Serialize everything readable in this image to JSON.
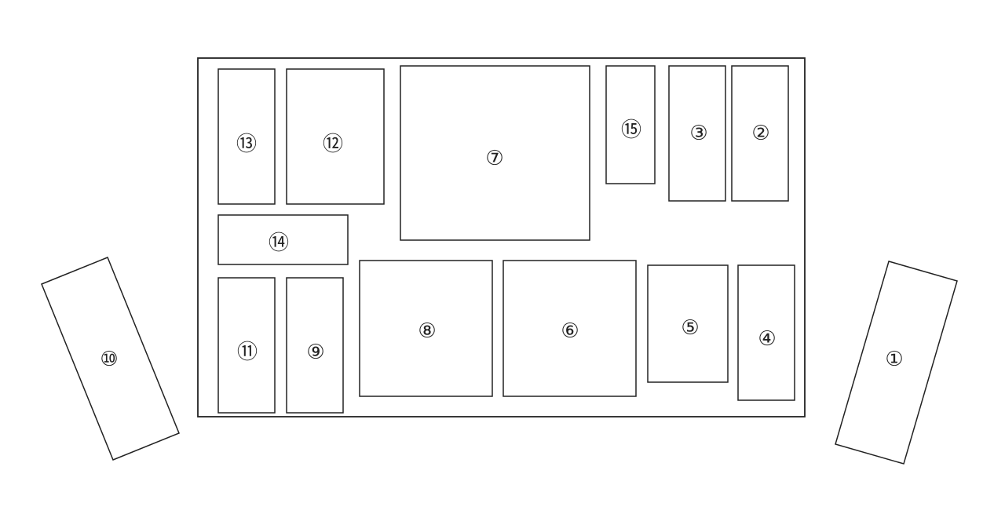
{
  "labels": {
    "b1": "①",
    "b2": "②",
    "b3": "③",
    "b4": "④",
    "b5": "⑤",
    "b6": "⑥",
    "b7": "⑦",
    "b8": "⑧",
    "b9": "⑨",
    "b10": "⑩",
    "b11": "⑪",
    "b12": "⑫",
    "b13": "⑬",
    "b14": "⑭",
    "b15": "⑮"
  },
  "colors": {
    "stroke": "#222222",
    "background": "#ffffff"
  }
}
